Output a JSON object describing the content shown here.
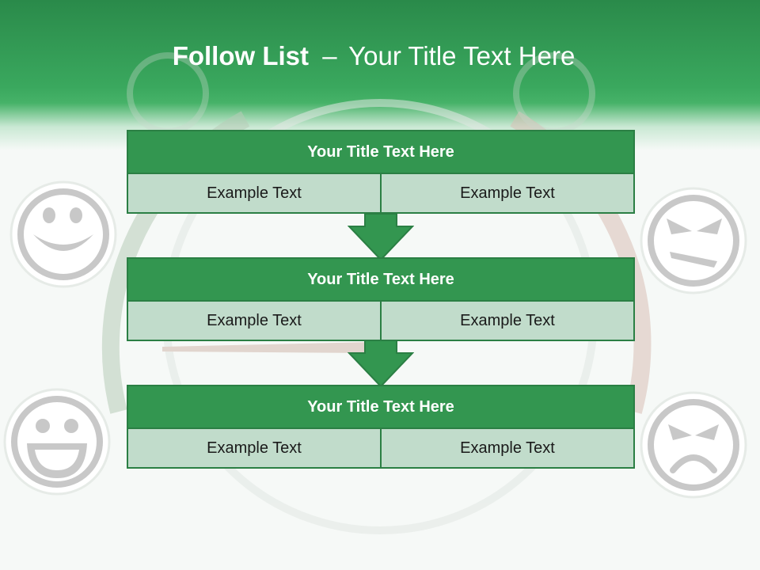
{
  "slide": {
    "title_bold": "Follow List",
    "title_separator": "–",
    "title_rest": "Your Title Text Here"
  },
  "steps": [
    {
      "title": "Your Title Text Here",
      "left": "Example Text",
      "right": "Example Text"
    },
    {
      "title": "Your Title Text Here",
      "left": "Example Text",
      "right": "Example Text"
    },
    {
      "title": "Your Title Text Here",
      "left": "Example Text",
      "right": "Example Text"
    }
  ],
  "colors": {
    "header_green": "#3aa85e",
    "box_header": "#339650",
    "box_cell": "#c1dccb",
    "border": "#2b7f44",
    "arrow": "#339650"
  },
  "icons": [
    "smile-face-icon",
    "laugh-face-icon",
    "annoyed-face-icon",
    "angry-face-icon",
    "arrow-down-icon"
  ]
}
